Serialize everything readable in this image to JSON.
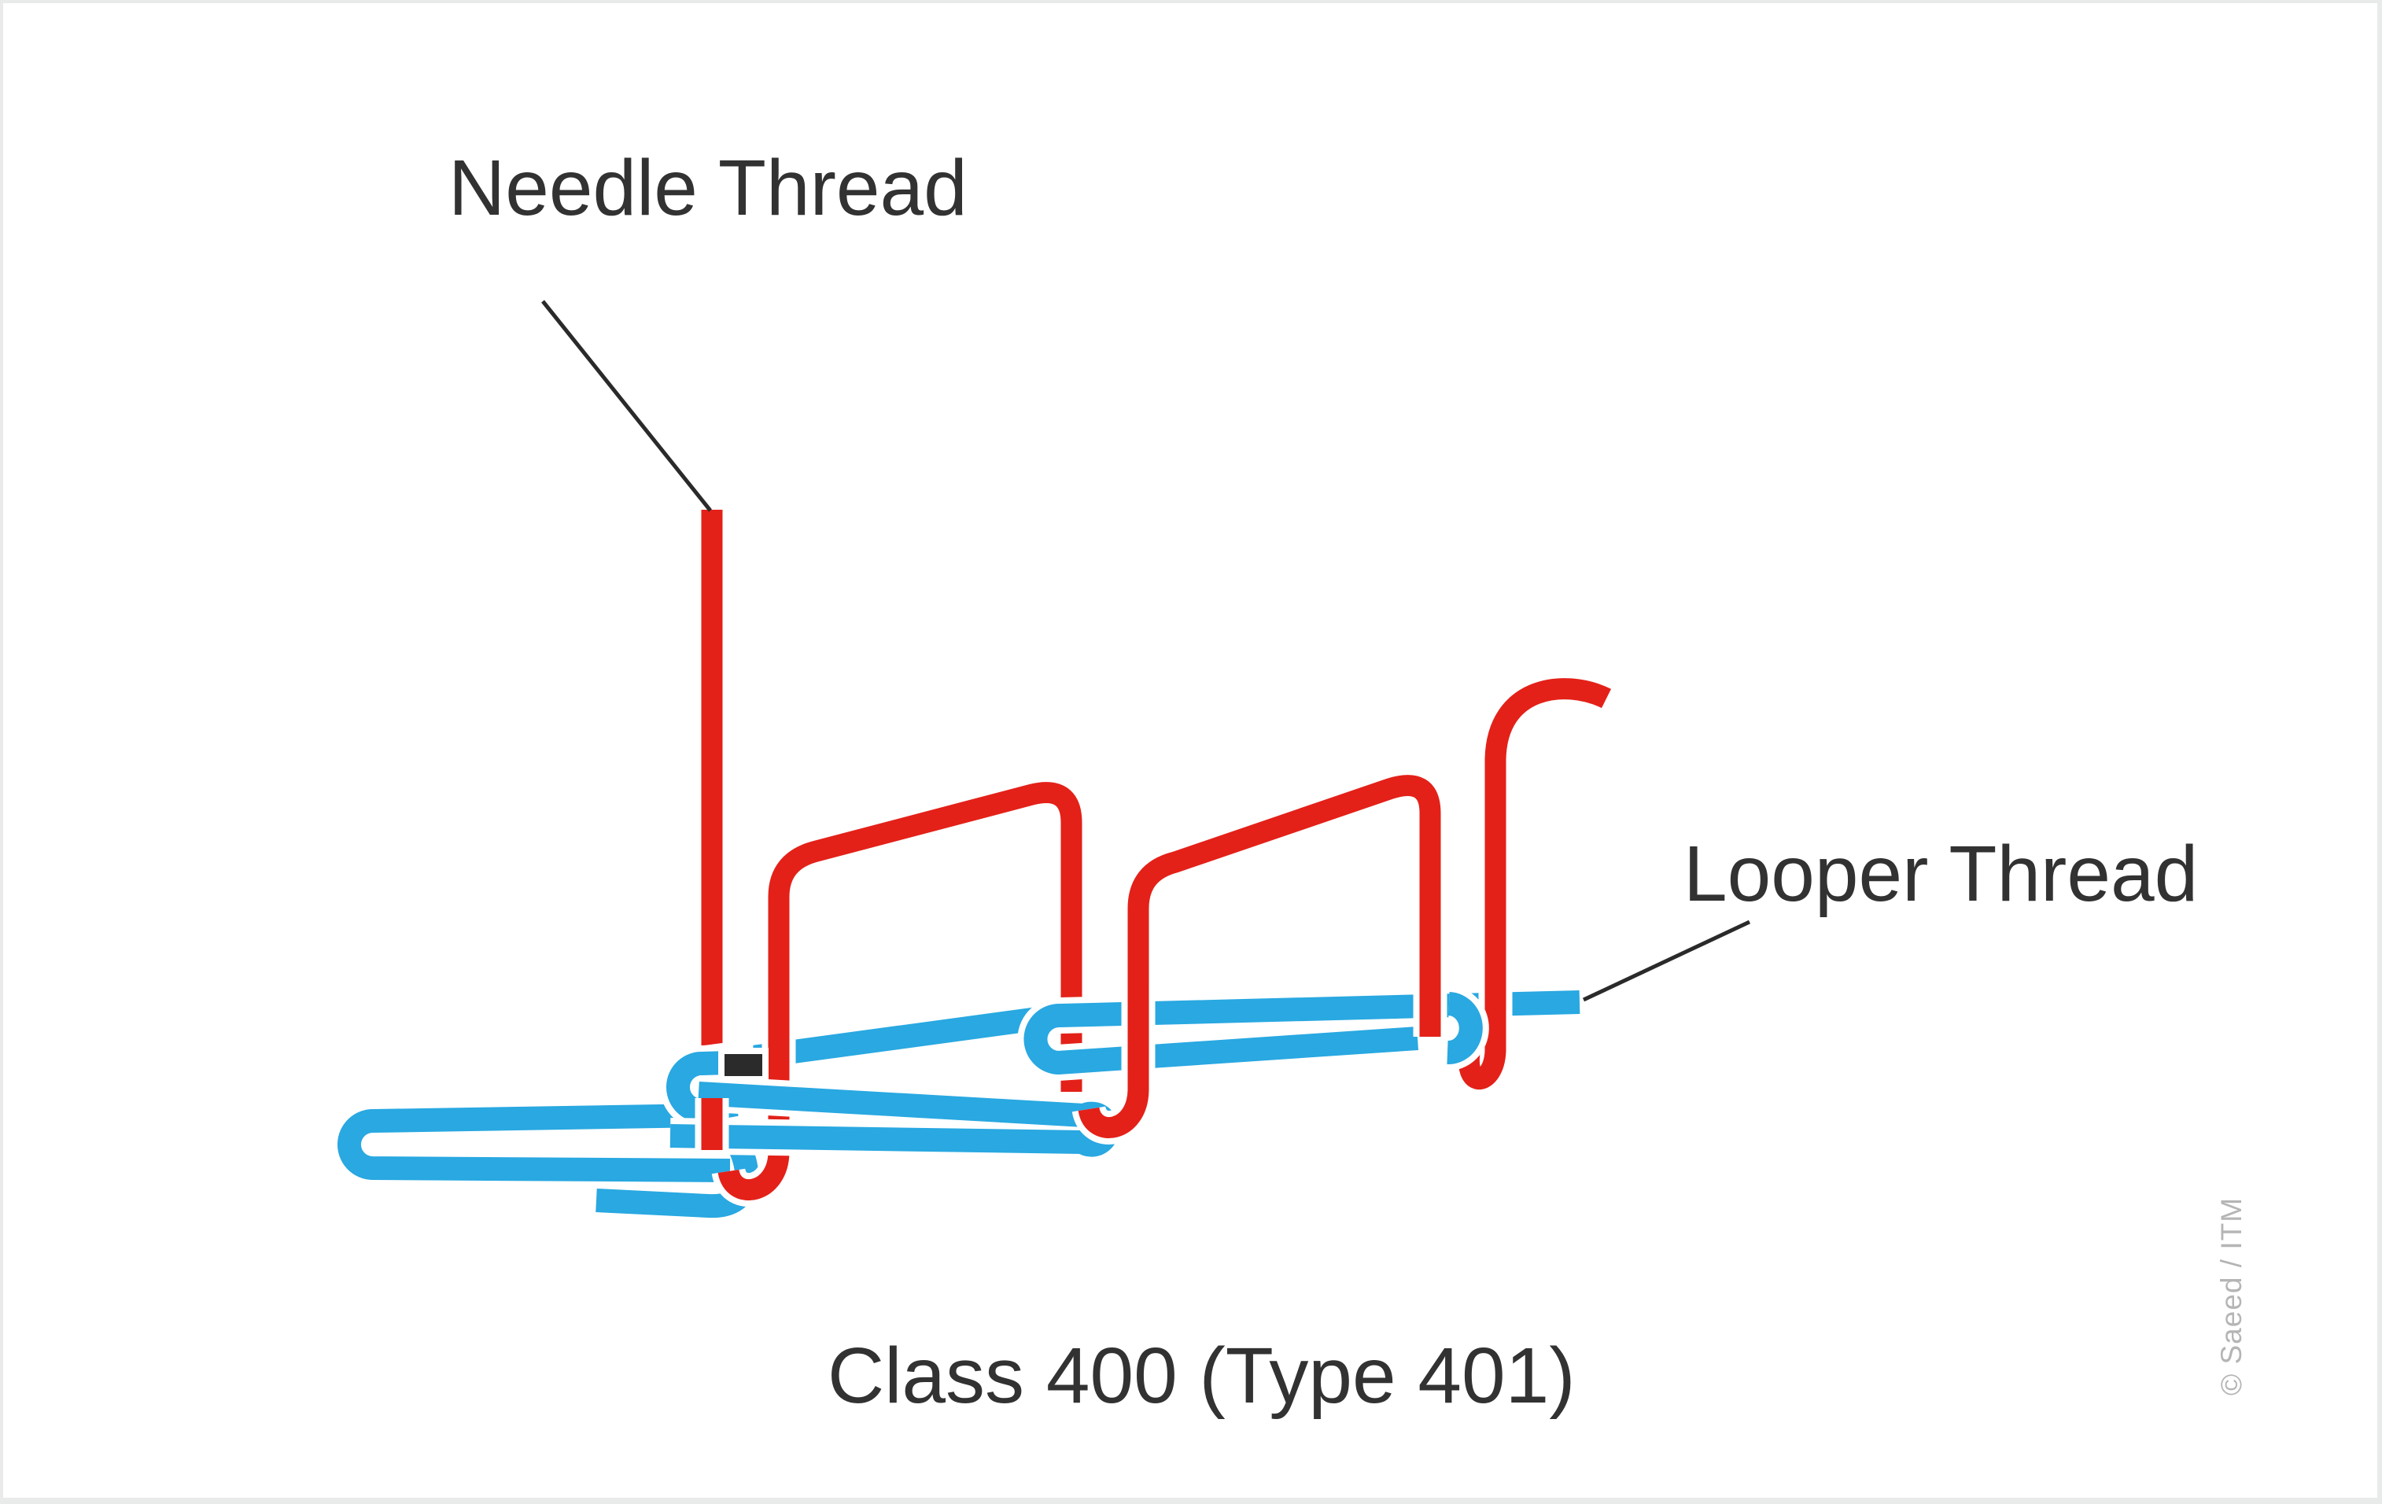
{
  "diagram": {
    "title_caption": "Class 400 (Type 401)",
    "labels": {
      "needle": "Needle Thread",
      "looper": "Looper Thread"
    },
    "watermark": "© Saeed / ITM",
    "colors": {
      "needle_thread": "#e32119",
      "looper_thread": "#29a8e1",
      "fabric_mark": "#2b2b2b",
      "label_text": "#323232",
      "pointer_line": "#2a2a2a",
      "watermark_text": "#b5b5b5",
      "frame": "#e9eaea",
      "casing": "#ffffff",
      "background": "#ffffff"
    }
  }
}
